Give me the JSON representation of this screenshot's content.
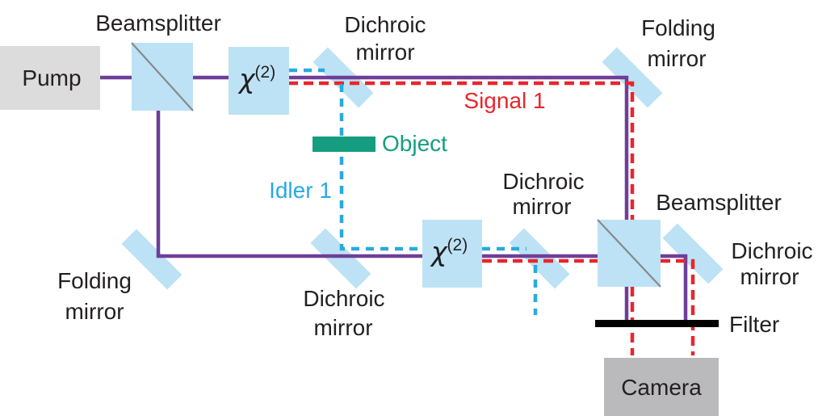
{
  "components": {
    "pump": "Pump",
    "beamsplitter": "Beamsplitter",
    "crystal_symbol": "χ",
    "crystal_superscript": "(2)",
    "dichroic_line1": "Dichroic",
    "dichroic_line2": "mirror",
    "folding_line1": "Folding",
    "folding_line2": "mirror",
    "object": "Object",
    "filter": "Filter",
    "camera": "Camera"
  },
  "beams": {
    "signal1_label": "Signal 1",
    "idler1_label": "Idler 1",
    "pump_beam_color": "#6f3e99",
    "signal_beam_color": "#e8262d",
    "idler_beam_color": "#29a9e1"
  },
  "colors": {
    "optic_fill": "#bde2f5",
    "beamsplitter_diagonal": "#87898c",
    "pump_box": "#dcdcdc",
    "camera_box": "#bababc",
    "object_green": "#149e7f",
    "filter_black": "#000000",
    "label_text": "#231f20"
  }
}
